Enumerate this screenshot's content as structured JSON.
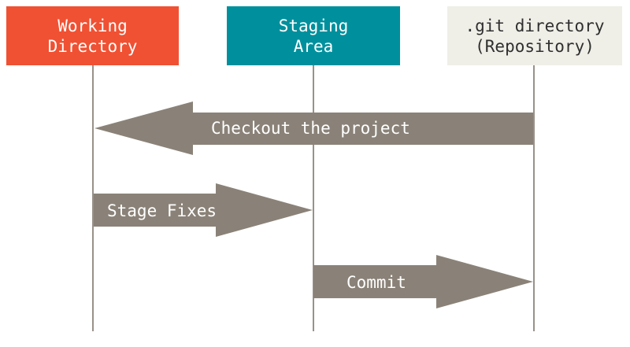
{
  "columns": {
    "working_directory": {
      "line1": "Working",
      "line2": "Directory",
      "color": "#f05133"
    },
    "staging_area": {
      "line1": "Staging",
      "line2": "Area",
      "color": "#00909d"
    },
    "git_directory": {
      "line1": ".git directory",
      "line2": "(Repository)",
      "color": "#efeee7"
    }
  },
  "arrows": {
    "checkout": {
      "label": "Checkout the project",
      "from": "git_directory",
      "to": "working_directory"
    },
    "stage": {
      "label": "Stage Fixes",
      "from": "working_directory",
      "to": "staging_area"
    },
    "commit": {
      "label": "Commit",
      "from": "staging_area",
      "to": "git_directory"
    }
  },
  "colors": {
    "arrow": "#8a8278",
    "lifeline": "#999189"
  }
}
